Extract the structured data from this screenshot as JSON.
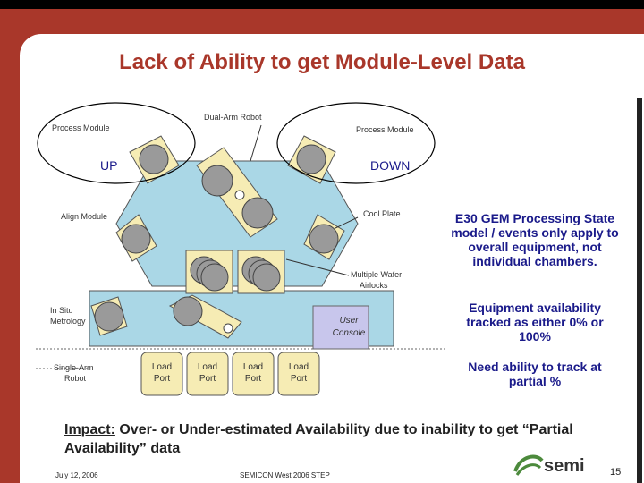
{
  "slide": {
    "title": "Lack of Ability to get Module-Level Data",
    "notes": [
      "E30 GEM Processing State model / events only apply to overall equipment, not individual chambers.",
      "Equipment availability tracked as either 0% or 100%",
      "Need ability to track at partial %"
    ],
    "impact_label": "Impact:",
    "impact_text": " Over- or Under-estimated Availability due to inability to get “Partial Availability” data",
    "footer_date": "July 12, 2006",
    "footer_center": "SEMICON West 2006 STEP",
    "page_number": "15",
    "logo_text": "semi"
  },
  "diagram": {
    "labels": {
      "process_module_left": "Process Module",
      "process_module_right": "Process Module",
      "dual_arm_robot": "Dual-Arm Robot",
      "align_module": "Align Module",
      "cool_plate": "Cool Plate",
      "multiple_wafer": "Multiple Wafer",
      "airlocks": "Airlocks",
      "in_situ": "In Situ",
      "metrology": "Metrology",
      "single_arm": "Single-Arm",
      "robot": "Robot",
      "user": "User",
      "console": "Console",
      "up": "UP",
      "down": "DOWN",
      "load": "Load",
      "port": "Port"
    }
  },
  "colors": {
    "frame": "#a9372a",
    "title": "#a9372a",
    "notes": "#1a1a8a",
    "module_fill": "#f6ecb4",
    "base_fill": "#aad7e6",
    "wafer": "#9a9a9a",
    "logo_green": "#4c8a3c"
  }
}
